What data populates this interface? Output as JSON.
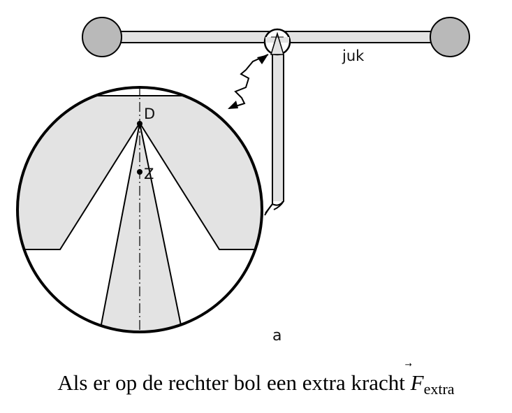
{
  "diagram": {
    "label_juk": "juk",
    "label_D": "D",
    "label_Z": "Z",
    "label_a": "a",
    "colors": {
      "fill": "#e3e3e3",
      "ball": "#b9b9b9",
      "stroke": "#000000"
    }
  },
  "caption": {
    "text": "Als er op de rechter bol een extra kracht",
    "symbol": "F",
    "subscript": "extra"
  }
}
